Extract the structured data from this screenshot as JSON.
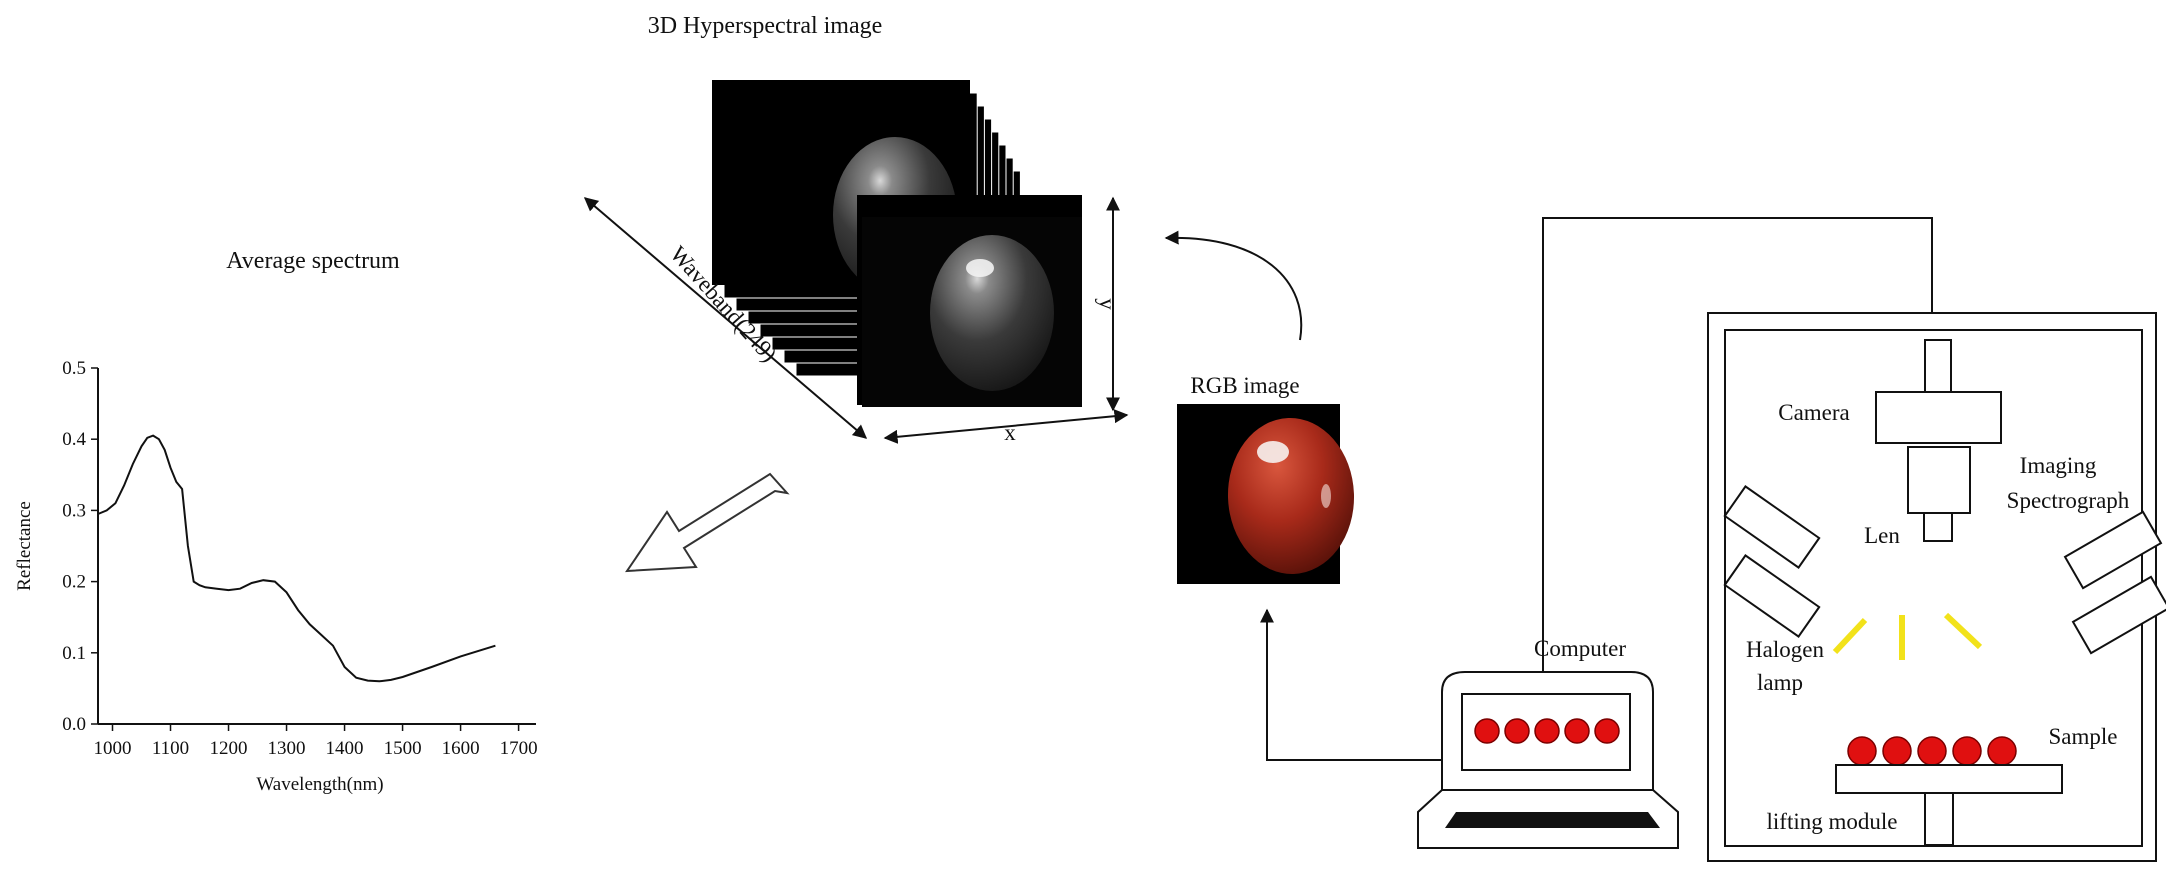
{
  "labels": {
    "hyper_title": "3D Hyperspectral image",
    "avg_spectrum": "Average spectrum",
    "waveband": "Waveband(249)",
    "axis_x": "x",
    "axis_y": "y",
    "rgb_image": "RGB image",
    "camera": "Camera",
    "imaging_spectrograph_1": "Imaging",
    "imaging_spectrograph_2": "Spectrograph",
    "len": "Len",
    "halogen_1": "Halogen",
    "halogen_2": "lamp",
    "computer": "Computer",
    "sample": "Sample",
    "lifting_module": "lifting module"
  },
  "colors": {
    "sample_red": "#e01010",
    "lamp_light": "#f2e21a",
    "tomato": "#a82a1a",
    "line": "#111111"
  },
  "chart_data": {
    "type": "line",
    "title": "",
    "xlabel": "Wavelength(nm)",
    "ylabel": "Reflectance",
    "xlim": [
      975,
      1730
    ],
    "ylim": [
      0,
      0.5
    ],
    "xticks": [
      1000,
      1100,
      1200,
      1300,
      1400,
      1500,
      1600,
      1700
    ],
    "yticks": [
      0.0,
      0.1,
      0.2,
      0.3,
      0.4,
      0.5
    ],
    "grid": false,
    "series": [
      {
        "x": [
          975,
          990,
          1005,
          1020,
          1035,
          1050,
          1060,
          1070,
          1080,
          1090,
          1100,
          1110,
          1120,
          1130,
          1140,
          1150,
          1160,
          1180,
          1200,
          1220,
          1240,
          1260,
          1280,
          1300,
          1320,
          1340,
          1360,
          1380,
          1400,
          1420,
          1440,
          1460,
          1480,
          1500,
          1550,
          1600,
          1660
        ],
        "y": [
          0.295,
          0.3,
          0.31,
          0.335,
          0.365,
          0.39,
          0.402,
          0.405,
          0.4,
          0.385,
          0.36,
          0.34,
          0.33,
          0.25,
          0.2,
          0.195,
          0.192,
          0.19,
          0.188,
          0.19,
          0.198,
          0.202,
          0.2,
          0.185,
          0.16,
          0.14,
          0.125,
          0.11,
          0.08,
          0.065,
          0.061,
          0.06,
          0.062,
          0.066,
          0.08,
          0.095,
          0.11
        ]
      }
    ]
  }
}
